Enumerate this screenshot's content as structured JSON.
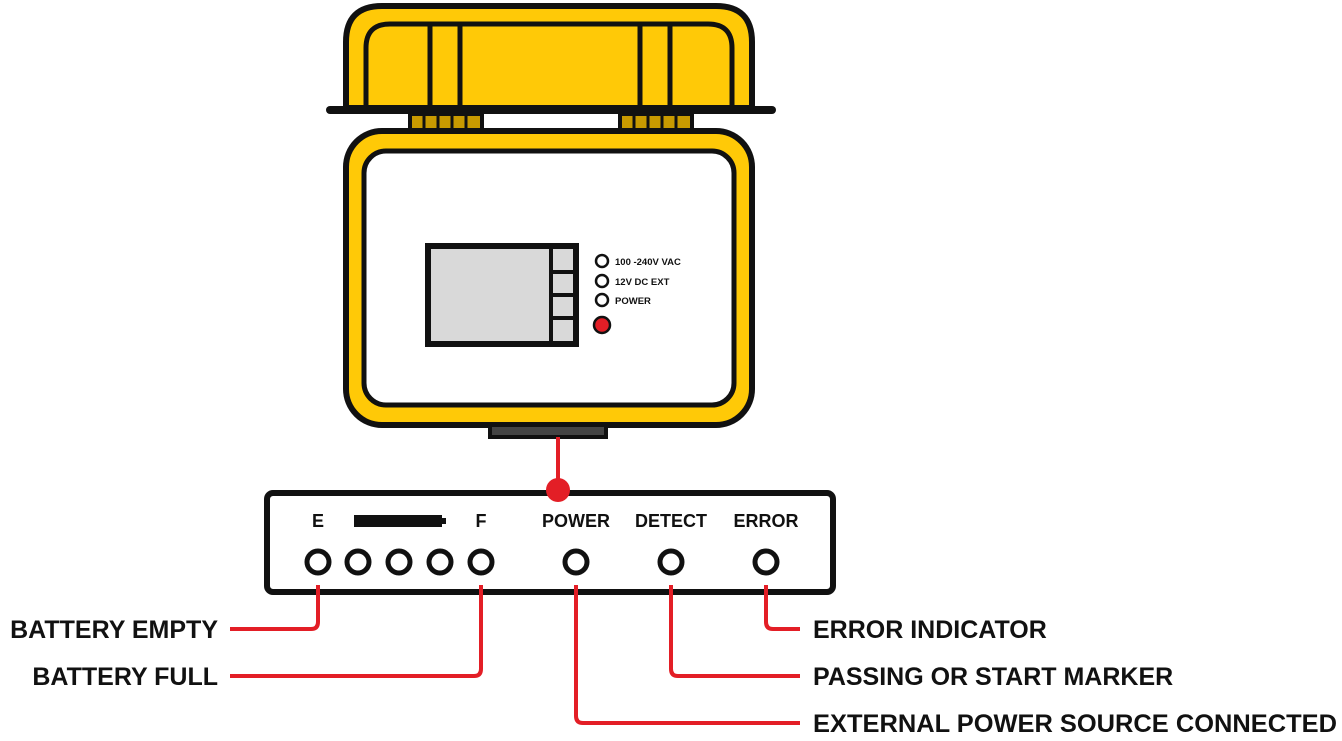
{
  "device": {
    "indicators": [
      {
        "label": "100 -240V VAC"
      },
      {
        "label": "12V DC EXT"
      },
      {
        "label": "POWER"
      }
    ]
  },
  "panel": {
    "battery_empty_label": "E",
    "battery_full_label": "F",
    "power_label": "POWER",
    "detect_label": "DETECT",
    "error_label": "ERROR"
  },
  "callouts": {
    "battery_empty": "BATTERY EMPTY",
    "battery_full": "BATTERY FULL",
    "error_indicator": "ERROR INDICATOR",
    "passing_marker": "PASSING OR START MARKER",
    "external_power": "EXTERNAL POWER SOURCE CONNECTED"
  },
  "colors": {
    "case_yellow": "#FFC907",
    "outline": "#111111",
    "screen_gray": "#D9D9D9",
    "accent_red": "#E31E26"
  }
}
